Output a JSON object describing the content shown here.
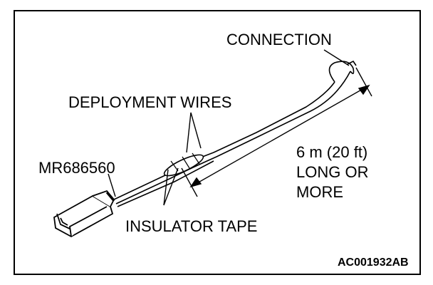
{
  "labels": {
    "connection": "CONNECTION",
    "deployment_wires": "DEPLOYMENT WIRES",
    "part_number": "MR686560",
    "length_line1": "6 m (20 ft)",
    "length_line2": "LONG OR",
    "length_line3": "MORE",
    "insulator_tape": "INSULATOR TAPE",
    "figure_code": "AC001932AB"
  },
  "colors": {
    "ink": "#000000",
    "paper": "#ffffff"
  }
}
